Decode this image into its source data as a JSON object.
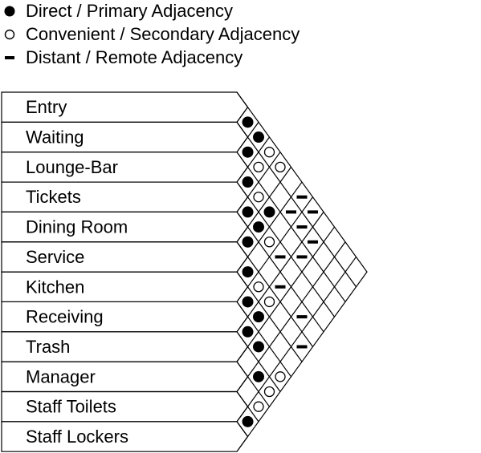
{
  "legend": [
    {
      "symbol": "direct",
      "label": "Direct / Primary Adjacency"
    },
    {
      "symbol": "convenient",
      "label": "Convenient / Secondary Adjacency"
    },
    {
      "symbol": "distant",
      "label": "Distant / Remote Adjacency"
    }
  ],
  "rooms": [
    "Entry",
    "Waiting",
    "Lounge-Bar",
    "Tickets",
    "Dining Room",
    "Service",
    "Kitchen",
    "Receiving",
    "Trash",
    "Manager",
    "Staff Toilets",
    "Staff Lockers"
  ],
  "relationships": [
    {
      "a": "Entry",
      "b": "Waiting",
      "type": "direct"
    },
    {
      "a": "Waiting",
      "b": "Lounge-Bar",
      "type": "direct"
    },
    {
      "a": "Lounge-Bar",
      "b": "Tickets",
      "type": "direct"
    },
    {
      "a": "Tickets",
      "b": "Dining Room",
      "type": "direct"
    },
    {
      "a": "Dining Room",
      "b": "Service",
      "type": "direct"
    },
    {
      "a": "Service",
      "b": "Kitchen",
      "type": "direct"
    },
    {
      "a": "Kitchen",
      "b": "Receiving",
      "type": "direct"
    },
    {
      "a": "Receiving",
      "b": "Trash",
      "type": "direct"
    },
    {
      "a": "Staff Toilets",
      "b": "Staff Lockers",
      "type": "direct"
    },
    {
      "a": "Entry",
      "b": "Lounge-Bar",
      "type": "direct"
    },
    {
      "a": "Waiting",
      "b": "Tickets",
      "type": "convenient"
    },
    {
      "a": "Lounge-Bar",
      "b": "Dining Room",
      "type": "convenient"
    },
    {
      "a": "Tickets",
      "b": "Service",
      "type": "direct"
    },
    {
      "a": "Service",
      "b": "Receiving",
      "type": "convenient"
    },
    {
      "a": "Kitchen",
      "b": "Trash",
      "type": "direct"
    },
    {
      "a": "Receiving",
      "b": "Manager",
      "type": "direct"
    },
    {
      "a": "Trash",
      "b": "Staff Toilets",
      "type": "direct"
    },
    {
      "a": "Manager",
      "b": "Staff Lockers",
      "type": "convenient"
    },
    {
      "a": "Entry",
      "b": "Tickets",
      "type": "convenient"
    },
    {
      "a": "Lounge-Bar",
      "b": "Service",
      "type": "direct"
    },
    {
      "a": "Service",
      "b": "Trash",
      "type": "convenient"
    },
    {
      "a": "Trash",
      "b": "Staff Lockers",
      "type": "convenient"
    },
    {
      "a": "Entry",
      "b": "Dining Room",
      "type": "convenient"
    },
    {
      "a": "Tickets",
      "b": "Kitchen",
      "type": "convenient"
    },
    {
      "a": "Receiving",
      "b": "Staff Lockers",
      "type": "convenient"
    },
    {
      "a": "Waiting",
      "b": "Kitchen",
      "type": "distant"
    },
    {
      "a": "Tickets",
      "b": "Receiving",
      "type": "distant"
    },
    {
      "a": "Dining Room",
      "b": "Trash",
      "type": "distant"
    },
    {
      "a": "Entry",
      "b": "Kitchen",
      "type": "distant"
    },
    {
      "a": "Waiting",
      "b": "Receiving",
      "type": "distant"
    },
    {
      "a": "Lounge-Bar",
      "b": "Trash",
      "type": "distant"
    },
    {
      "a": "Dining Room",
      "b": "Staff Toilets",
      "type": "distant"
    },
    {
      "a": "Service",
      "b": "Staff Lockers",
      "type": "distant"
    },
    {
      "a": "Entry",
      "b": "Receiving",
      "type": "distant"
    },
    {
      "a": "Waiting",
      "b": "Trash",
      "type": "distant"
    }
  ]
}
